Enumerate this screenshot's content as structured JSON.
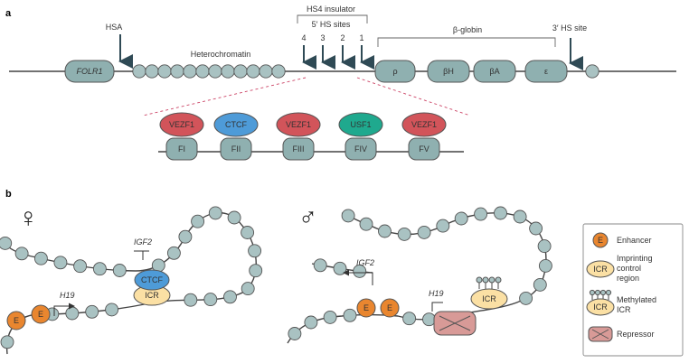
{
  "panel_a": {
    "label": "a",
    "genes": [
      "FOLR1",
      "ρ",
      "βH",
      "βA",
      "ε"
    ],
    "labels": {
      "hsa": "HSA",
      "heterochromatin": "Heterochromatin",
      "hs4_insulator": "HS4 insulator",
      "hs_sites": "5′ HS sites",
      "hs_numbers": [
        "4",
        "3",
        "2",
        "1"
      ],
      "beta_globin": "β-globin",
      "hs3_site": "3′ HS site"
    },
    "insulator_segments": [
      "FI",
      "FII",
      "FIII",
      "FIV",
      "FV"
    ],
    "insulator_proteins": [
      "VEZF1",
      "CTCF",
      "VEZF1",
      "USF1",
      "VEZF1"
    ]
  },
  "panel_b": {
    "label": "b",
    "female_symbol": "♀",
    "male_symbol": "♂",
    "female": {
      "igf2": "IGF2",
      "h19": "H19",
      "ctcf": "CTCF",
      "icr": "ICR",
      "enhancers": [
        "E",
        "E"
      ]
    },
    "male": {
      "igf2": "IGF2",
      "h19": "H19",
      "icr": "ICR",
      "enhancers": [
        "E",
        "E"
      ]
    }
  },
  "legend": {
    "enhancer_icon": "E",
    "enhancer": "Enhancer",
    "icr_icon": "ICR",
    "icr": [
      "Imprinting",
      "control",
      "region"
    ],
    "methylated_icon": "ICR",
    "methylated": [
      "Methylated",
      "ICR"
    ],
    "repressor": "Repressor"
  },
  "colors": {
    "nucleosome": "#a9c2c2",
    "gene_box": "#8fb0b0",
    "outline": "#555555",
    "dna": "#444444",
    "vezf1": "#d2545a",
    "ctcf": "#4e9bd8",
    "usf1": "#1fa98e",
    "enhancer": "#e9862f",
    "icr": "#fbe0a4",
    "repressor": "#d89a97",
    "arrow": "#2f4a55"
  }
}
